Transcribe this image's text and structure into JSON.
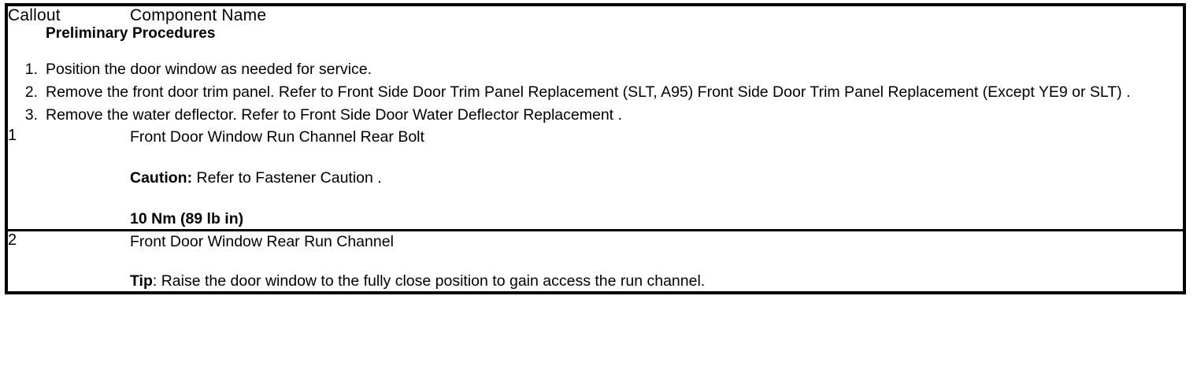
{
  "table": {
    "headers": {
      "callout": "Callout",
      "component": "Component Name"
    },
    "preliminary": {
      "title": "Preliminary Procedures",
      "steps": [
        {
          "number": "1.",
          "text": "Position the door window as needed for service."
        },
        {
          "number": "2.",
          "text": "Remove the front door trim panel. Refer to Front Side Door Trim Panel Replacement (SLT, A95) Front Side Door Trim Panel Replacement (Except YE9 or SLT) ."
        },
        {
          "number": "3.",
          "text": "Remove the water deflector. Refer to Front Side Door Water Deflector Replacement ."
        }
      ]
    },
    "rows": [
      {
        "callout": "1",
        "name": "Front Door Window Run Channel Rear Bolt",
        "note_label": "Caution:",
        "note_text": " Refer to Fastener Caution .",
        "torque": "10 Nm (89 lb in)"
      },
      {
        "callout": "2",
        "name": "Front Door Window Rear Run Channel",
        "note_label": "Tip",
        "note_text": ": Raise the door window to the fully close position to gain access the run channel."
      }
    ]
  }
}
